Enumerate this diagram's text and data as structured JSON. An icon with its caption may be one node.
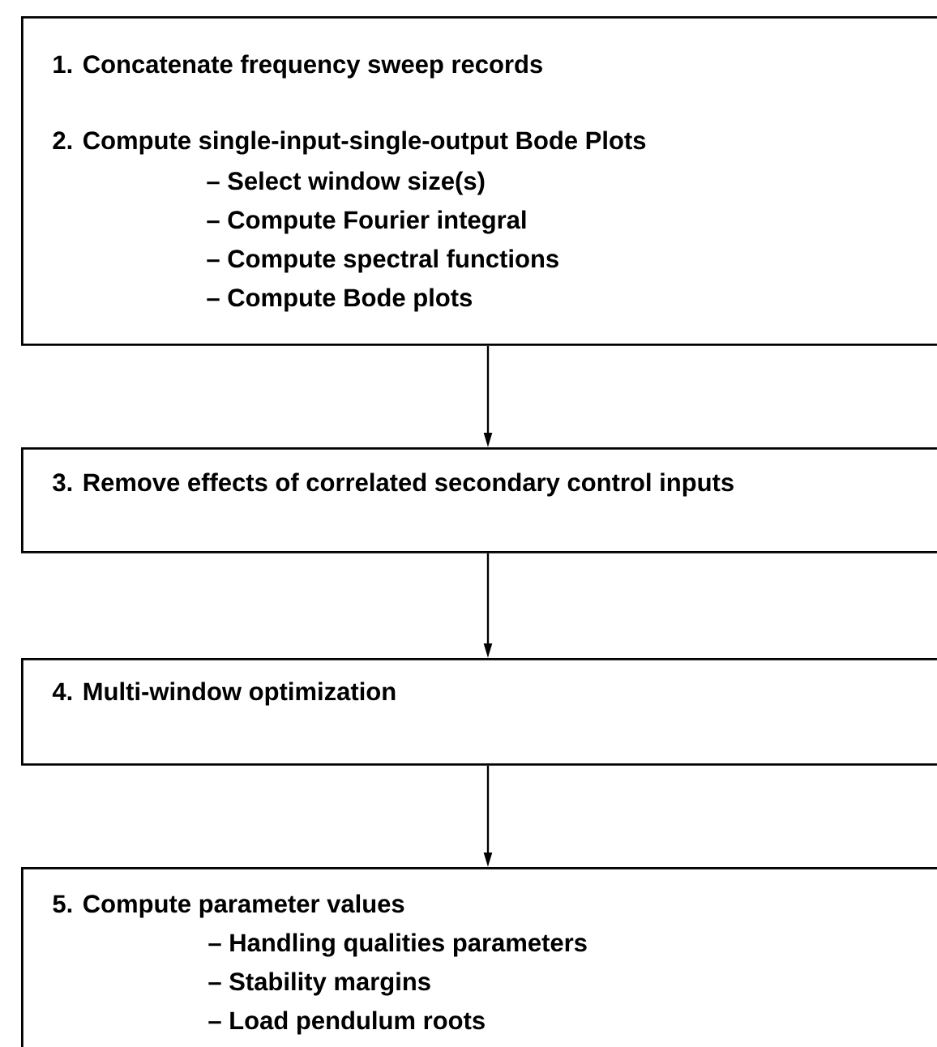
{
  "diagram": {
    "nodes": [
      {
        "text": [
          "1. Concatenate frequency sweep records",
          "2. Compute single-input-single-output Bode Plots",
          "– Select window size(s)",
          "– Compute Fourier integral",
          "– Compute spectral functions",
          "– Compute Bode plots"
        ]
      },
      {
        "text": [
          "3. Remove effects of correlated secondary control inputs"
        ]
      },
      {
        "text": [
          "4. Multi-window optimization"
        ]
      },
      {
        "text": [
          "5. Compute parameter values",
          "– Handling qualities parameters",
          "– Stability margins",
          "– Load pendulum roots"
        ]
      }
    ],
    "edges": [
      {
        "from": 0,
        "to": 1,
        "arrow": "to"
      },
      {
        "from": 1,
        "to": 2,
        "arrow": "to"
      },
      {
        "from": 2,
        "to": 3,
        "arrow": "to"
      }
    ]
  }
}
